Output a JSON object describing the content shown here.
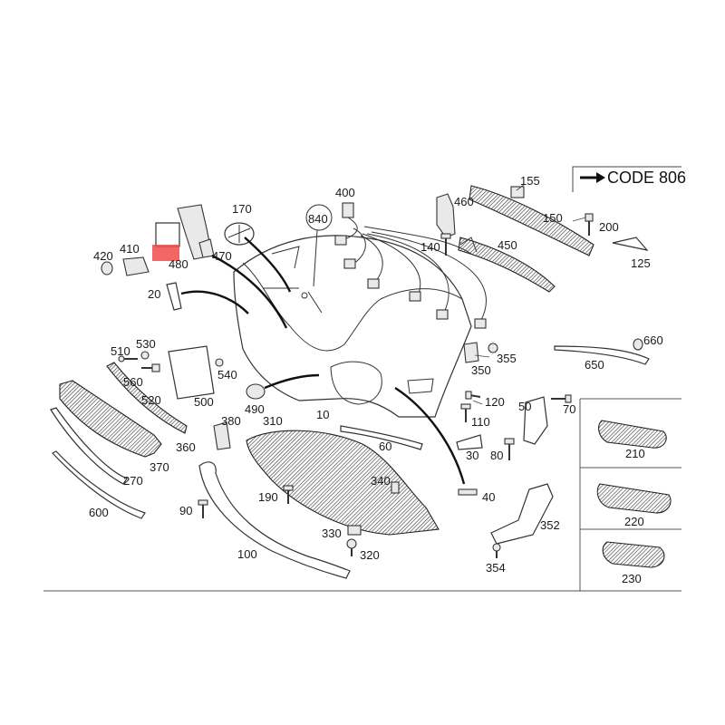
{
  "code_box": {
    "label": "CODE 806"
  },
  "labels": {
    "l10": "10",
    "l20": "20",
    "l30": "30",
    "l40": "40",
    "l50": "50",
    "l60": "60",
    "l70": "70",
    "l80": "80",
    "l90": "90",
    "l100": "100",
    "l110": "110",
    "l120": "120",
    "l125": "125",
    "l140": "140",
    "l150": "150",
    "l155": "155",
    "l170": "170",
    "l190": "190",
    "l200": "200",
    "l210": "210",
    "l220": "220",
    "l230": "230",
    "l270": "270",
    "l310": "310",
    "l320": "320",
    "l330": "330",
    "l340": "340",
    "l350": "350",
    "l352": "352",
    "l354": "354",
    "l355": "355",
    "l360": "360",
    "l370": "370",
    "l380": "380",
    "l400": "400",
    "l410": "410",
    "l420": "420",
    "l450": "450",
    "l460": "460",
    "l470": "470",
    "l480": "480",
    "l490": "490",
    "l500": "500",
    "l510": "510",
    "l520": "520",
    "l530": "530",
    "l540": "540",
    "l560": "560",
    "l600": "600",
    "l650": "650",
    "l660": "660",
    "l840": "840"
  },
  "colors": {
    "highlight": "#f04b4b",
    "ink": "#1a1a1a"
  }
}
